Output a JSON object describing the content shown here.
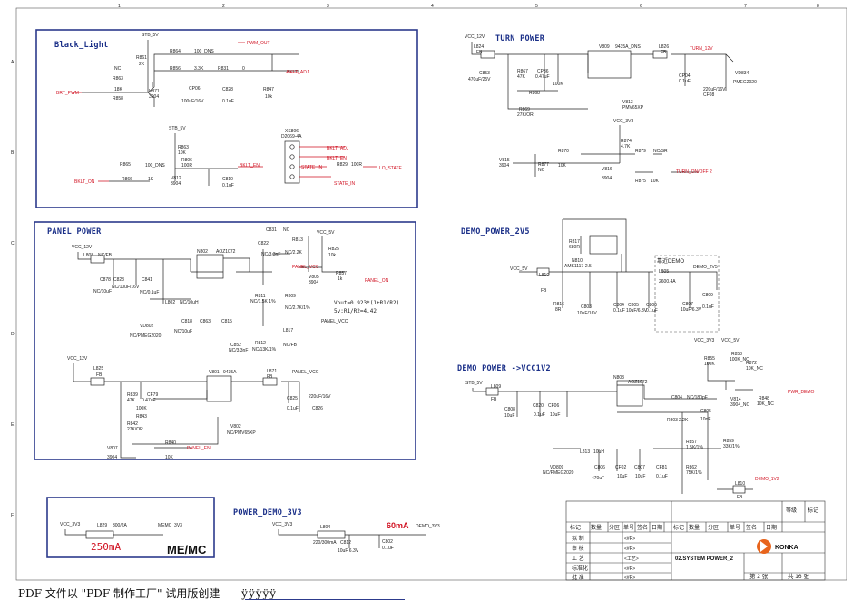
{
  "footer": {
    "text": "PDF 文件以 \"PDF 制作工厂\" 试用版创建",
    "user": "ÿÿÿÿÿ"
  },
  "sections": {
    "black_light": "Black_Light",
    "turn_power": "TURN POWER",
    "panel_power": "PANEL POWER",
    "demo_2v5": "DEMO_POWER_2V5",
    "demo_1v2": "DEMO_POWER ->VCC1V2",
    "demo_3v3": "POWER_DEMO_3V3",
    "me_mc": "ME/MC"
  },
  "nets": {
    "stb5v": "STB_5V",
    "pwm_out": "PWM_OUT",
    "bklt_adj": "BKLT_ADJ",
    "brt_pwm": "BRT_PWM",
    "bklt_en": "BKLT_EN",
    "bklt_on": "BKLT_ON",
    "state_in": "STATE_IN",
    "lo_state": "LO_STATE",
    "vcc12v": "VCC_12V",
    "turn12v": "TURN_12V",
    "turn_onoff": "TURN_ON/OFF 2",
    "vcc3v3": "VCC_3V3",
    "panel_en": "PANEL_EN",
    "panel_on": "PANEL_ON",
    "panel_vcc": "PANEL_VCC",
    "vcc5v": "VCC_5V",
    "demo_2v5": "DEMO_2V5",
    "pwr_demo": "PWR_DEMO",
    "demo_1v2": "DEMO_1V2",
    "demo_3v3": "DEMO_3V3",
    "mcu3v3": "MEMC_3V3"
  },
  "labels": {
    "bl_r861": "R861",
    "bl_2k": "2K",
    "bl_r864": "R864",
    "bl_100dns": "100_DNS",
    "bl_r856": "R856",
    "bl_33k": "3.3K",
    "bl_r831": "R831",
    "bl_0": "0",
    "bl_nc": "NC",
    "bl_r863": "R863",
    "bl_18k": "18K",
    "bl_r858": "R858",
    "bl_v871": "V871",
    "bl_3904": "3904",
    "bl_cp06": "CP06",
    "bl_100uf": "100uF/16V",
    "bl_c828": "C828",
    "bl_01uf": "0.1uF",
    "bl_r847": "R847",
    "bl_10k": "10k",
    "bl_r863b": "R863",
    "bl_10k2": "10K",
    "bl_r865": "R865",
    "bl_100dns2": "100_DNS",
    "bl_r866": "R866",
    "bl_1k": "1K",
    "bl_r806": "R806",
    "bl_100r": "100R",
    "bl_v812": "V812",
    "bl_3904b": "3904",
    "bl_c810": "C810",
    "bl_01uf2": "0.1uF",
    "bl_xs806": "XS806",
    "bl_d2069": "D2069-4A",
    "bl_r829": "R829",
    "bl_100r2": "100R",
    "tp_l824": "L824",
    "tp_fb": "FB",
    "tp_c853": "C853",
    "tp_470": "470uF/25V",
    "tp_r867": "R867",
    "tp_47k": "47K",
    "tp_cp36": "CP36",
    "tp_047": "0.47uF",
    "tp_v809": "V809",
    "tp_9435": "9435A_DNS",
    "tp_r868": "R868",
    "tp_100k": "100K",
    "tp_l826": "L826",
    "tp_fb2": "FB",
    "tp_cp04": "CP04",
    "tp_01": "0.1uF",
    "tp_vd834": "VD834",
    "tp_pmeg": "PMEG2020",
    "tp_220": "220uF/16V",
    "tp_cf08": "CF08",
    "tp_r869": "R869",
    "tp_27k": "27K/OR",
    "tp_v813": "V813",
    "tp_pmv": "PMV65XP",
    "tp_r874": "R874",
    "tp_47kb": "4.7K",
    "tp_r870": "R870",
    "tp_10k": "10K",
    "tp_r879": "R879",
    "tp_ncsr": "NC/SR",
    "tp_v815": "V815",
    "tp_3904": "3904",
    "tp_r877": "R877",
    "tp_nc": "NC",
    "tp_v816": "V816",
    "tp_3904b": "3904",
    "tp_r875": "R875",
    "tp_10kb": "10K",
    "pp_l808": "L808",
    "pp_ncfb": "NC/FB",
    "pp_c878": "C878",
    "pp_c823": "C823",
    "pp_c841": "C841",
    "pp_nc10": "NC/10uF",
    "pp_nc10v": "NC/10uF/16V",
    "pp_nc01": "NC/0.1uF",
    "pp_l802": "L802",
    "pp_nc10uh": "NC/10uH",
    "pp_vd802": "VD802",
    "pp_pmeg": "NC/PMEG2020",
    "pp_n802": "N802",
    "pp_aoz": "AOZ1072",
    "pp_c818": "C818",
    "pp_c863": "C863",
    "pp_c815": "C815",
    "pp_c852": "C852",
    "pp_nc10b": "NC/10uF",
    "pp_nc33": "NC/3.3nF",
    "pp_c831": "C831",
    "pp_nc": "NC",
    "pp_c822": "C822",
    "pp_r813": "R813",
    "pp_nc22": "NC/2.2K",
    "pp_nc33b": "NC/3.3nF",
    "pp_r811": "R811",
    "pp_nc15": "NC/1.5K 1%",
    "pp_r809": "R809",
    "pp_nc27": "NC/2.7K/1%",
    "pp_r812": "R812",
    "pp_nc13": "NC/13K/1%",
    "pp_l817": "L817",
    "pp_ncfb2": "NC/FB",
    "pp_r825": "R825",
    "pp_10k": "10k",
    "pp_v805": "V805",
    "pp_3904": "3904",
    "pp_r857": "R857",
    "pp_1k": "1k",
    "pp_formula": "Vout=0.923*(1+R1/R2)",
    "pp_formula2": "5v:R1/R2=4.42",
    "pp_l825": "L825",
    "pp_fb": "FB",
    "pp_r839": "R839",
    "pp_47k": "47K",
    "pp_cf79": "CF79",
    "pp_047": "0.47uF",
    "pp_100k": "100K",
    "pp_r843": "R843",
    "pp_r842": "R842",
    "pp_27k": "27K/OR",
    "pp_v807": "V807",
    "pp_3904b": "3904",
    "pp_r840": "R840",
    "pp_10k2": "10K",
    "pp_v801": "V801",
    "pp_9435": "9435A",
    "pp_v802": "V802",
    "pp_pmv": "NC/PMV65XP",
    "pp_l871": "L871",
    "pp_fb2": "FB",
    "pp_c825": "C825",
    "pp_01": "0.1uF",
    "pp_c826": "C826",
    "pp_220": "220uF/16V",
    "d5_r817": "R817",
    "d5_680": "680R",
    "d5_n810": "N810",
    "d5_ams": "AMS1117-2.5",
    "d5_l810": "L810",
    "d5_fb": "FB",
    "d5_r816": "R816",
    "d5_8r": "8R",
    "d5_c803": "C803",
    "d5_10u": "10uF/16V",
    "d5_c804": "C804",
    "d5_01": "0.1uF",
    "d5_c805": "C805",
    "d5_10v": "10uF/6.3V",
    "d5_c806": "C806",
    "d5_01b": "0.1uF",
    "d5_jinjin": "靠近DEMO",
    "d5_l805": "L805",
    "d5_2600": "2600.4A",
    "d5_c807": "C807",
    "d5_10u63": "10uF/6.3V",
    "d5_c809": "C809",
    "d5_01c": "0.1uF",
    "d1_l809": "L809",
    "d1_fb": "FB",
    "d1_c808": "C808",
    "d1_c820": "C820",
    "d1_cf06": "CF06",
    "d1_10u": "10uF",
    "d1_01": "0.1uF",
    "d1_10ub": "10uF",
    "d1_n803": "N803",
    "d1_aoz": "AOZ1072",
    "d1_c804": "C804",
    "d1_nc180": "NC/180pF",
    "d1_r803": "R803",
    "d1_22k": "2.2K",
    "d1_c805": "C805",
    "d1_10nf": "10nF",
    "d1_r855": "R855",
    "d1_100k": "100K",
    "d1_r858": "R858",
    "d1_100knc": "100K_NC",
    "d1_r872": "R872",
    "d1_10knc": "10K_NC",
    "d1_v814": "V814",
    "d1_3904nc": "3904_NC",
    "d1_r848": "R848",
    "d1_10knc2": "10K_NC",
    "d1_r857": "R857",
    "d1_15k": "1.5K/1%",
    "d1_r859": "R859",
    "d1_33k": "33K/1%",
    "d1_r862": "R862",
    "d1_75k": "75K/1%",
    "d1_l813": "L813",
    "d1_10uh": "10uH",
    "d1_c806": "C806",
    "d1_470": "470uF",
    "d1_cf02": "CF02",
    "d1_10uf": "10uF",
    "d1_c807": "C807",
    "d1_10uf2": "10uF",
    "d1_cf81": "CF81",
    "d1_01b": "0.1uF",
    "d1_vd809": "VD809",
    "d1_pmeg": "NC/PMEG2020",
    "d1_l810": "L810",
    "d1_fb2": "FB",
    "me_l829": "L829",
    "me_300": "300/2A",
    "me_250": "250mA",
    "d3_l804": "L804",
    "d3_220": "220/300mA",
    "d3_c812": "C812",
    "d3_10u": "10uF 6.3V",
    "d3_c802": "C802",
    "d3_01": "0.1uF",
    "d3_60ma": "60mA"
  },
  "titleblock": {
    "grade": "等级",
    "mark": "标记",
    "hdr": [
      "标记",
      "数量",
      "分区",
      "单号",
      "签名",
      "日期",
      "标记",
      "数量",
      "分区",
      "单号",
      "签名",
      "日期"
    ],
    "roles": [
      "拟  制",
      "审  核",
      "工  艺",
      "标准化",
      "批  准"
    ],
    "role_vals": [
      "<#R>",
      "<#R>",
      "<工艺>",
      "<#R>",
      "<#R>"
    ],
    "sheet_title": "02.SYSTEM POWER_2",
    "brand": "KONKA",
    "page": "第 2 张",
    "total": "共 16 张"
  },
  "border": {
    "cols": [
      "1",
      "2",
      "3",
      "4",
      "5",
      "6",
      "7",
      "8"
    ],
    "rows": [
      "A",
      "B",
      "C",
      "D",
      "E",
      "F"
    ]
  }
}
